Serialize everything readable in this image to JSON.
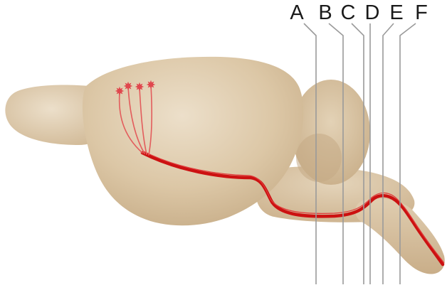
{
  "section_labels": [
    "A",
    "B",
    "C",
    "D",
    "E",
    "F"
  ],
  "colors": {
    "background": "#ffffff",
    "brain_tissue": "#dcc7a6",
    "brain_shadow": "#c9b08c",
    "brain_highlight": "#e9dbc3",
    "axon_tract": "#cc1111",
    "cortical_axons": "#e35d5d",
    "neuron": "#e0474d",
    "section_line": "#9a9a9a",
    "label_text": "#1a1a1a"
  },
  "icons": {
    "neurons": "neuron-cell-body-icon"
  }
}
